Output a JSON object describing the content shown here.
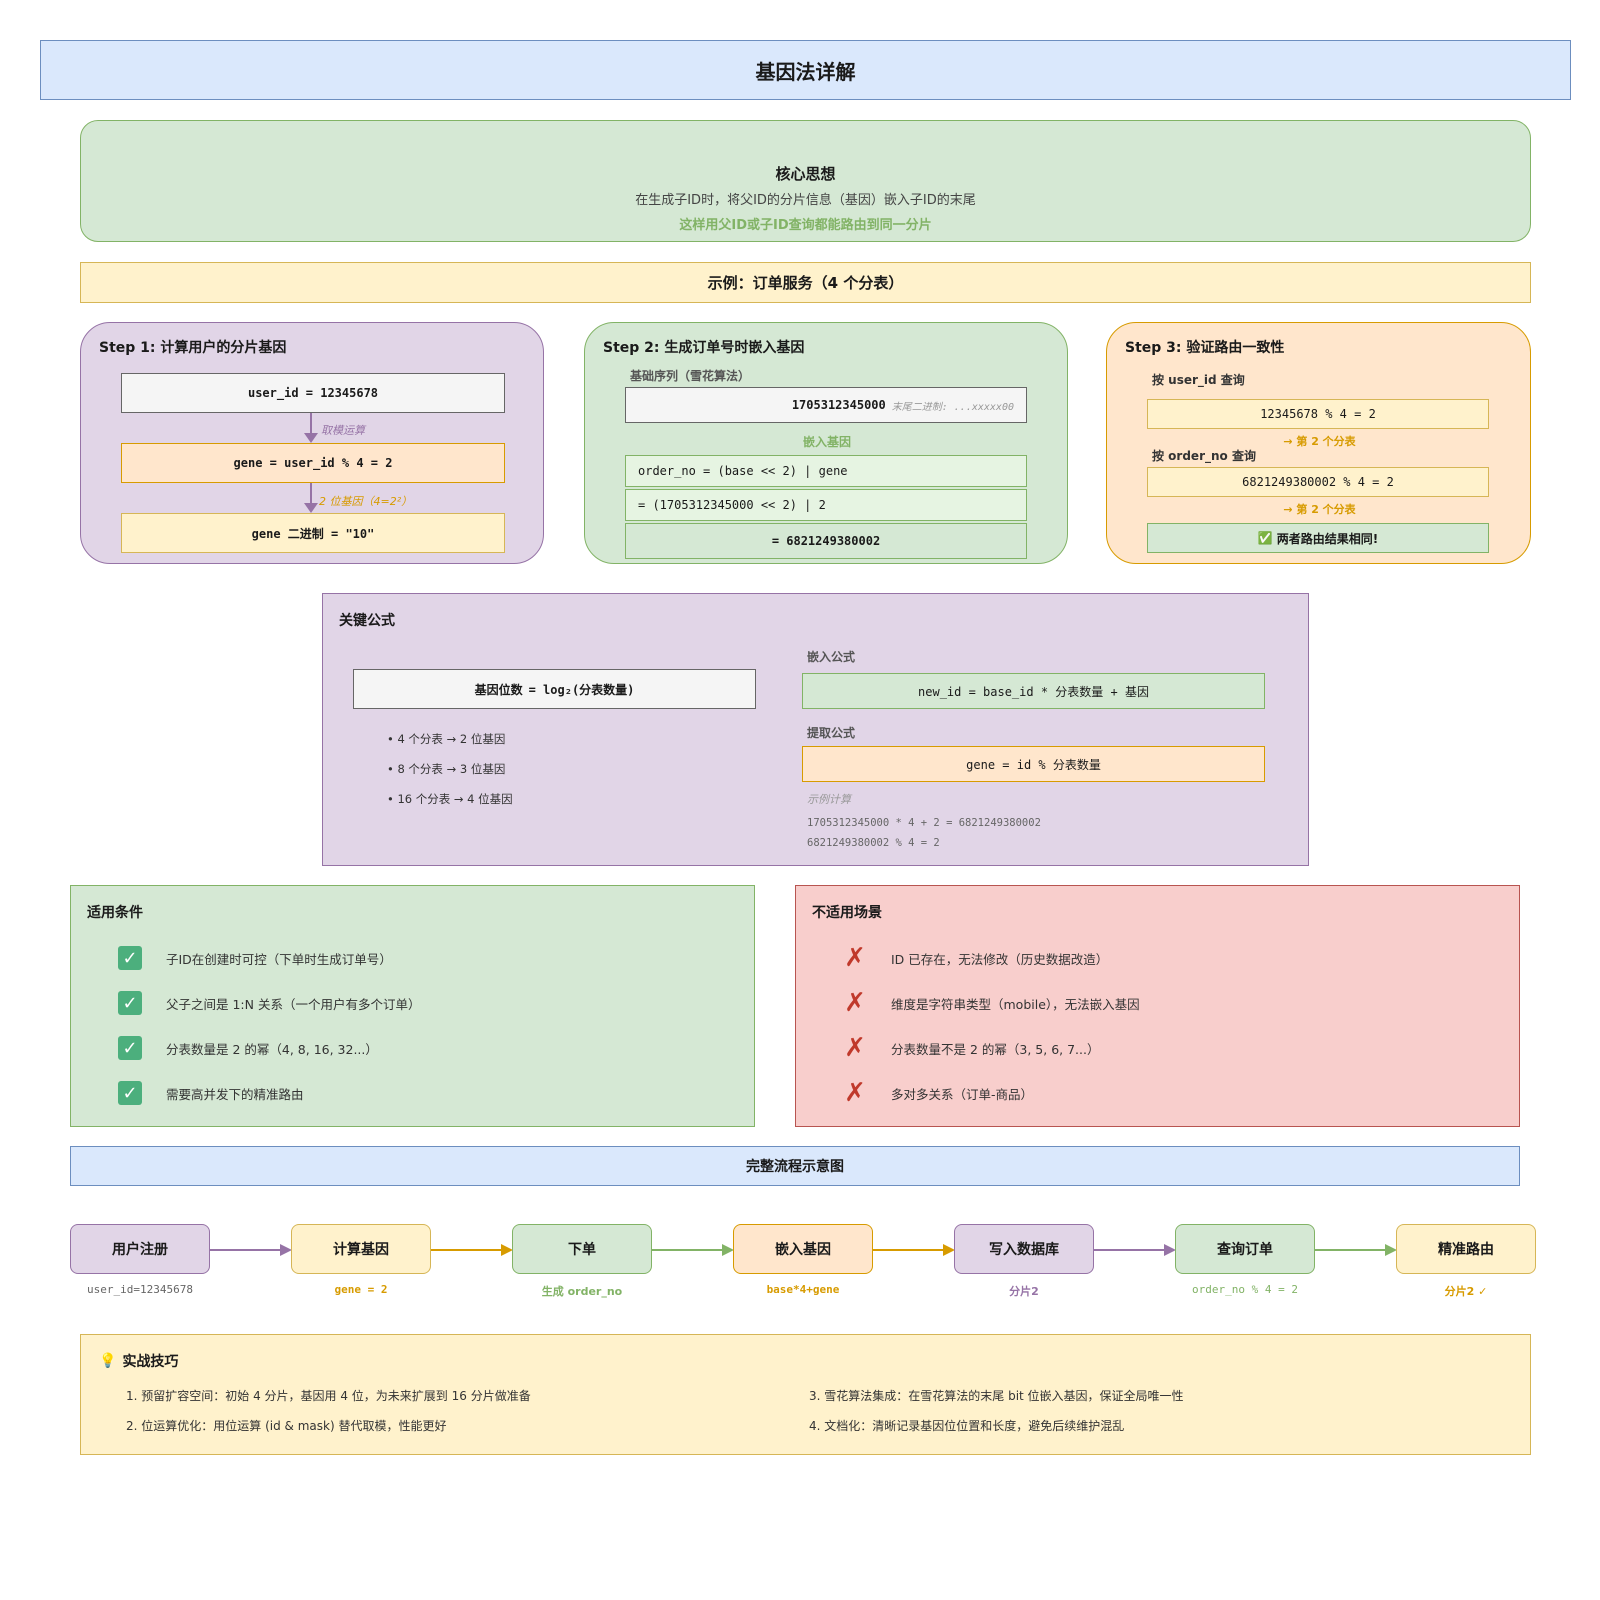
{
  "title": "基因法详解",
  "core_idea": {
    "title": "核心思想",
    "subtitle": "在生成子ID时，将父ID的分片信息（基因）嵌入子ID的末尾",
    "highlight": "这样用父ID或子ID查询都能路由到同一分片"
  },
  "example_header": "示例：订单服务（4 个分表）",
  "step1": {
    "title": "Step 1: 计算用户的分片基因",
    "box1": "user_id = 12345678",
    "arrow1": "取模运算",
    "box2": "gene = user_id % 4 = 2",
    "arrow2": "2 位基因（4=2²）",
    "box3": "gene 二进制 = \"10\""
  },
  "step2": {
    "title": "Step 2: 生成订单号时嵌入基因",
    "base_label": "基础序列（雪花算法）",
    "base_value": "1705312345000",
    "base_note": "末尾二进制: ...xxxxx00",
    "embed_label": "嵌入基因",
    "line1": "order_no = (base << 2) | gene",
    "line2": "= (1705312345000 << 2) | 2",
    "line3": "= 6821249380002"
  },
  "step3": {
    "title": "Step 3: 验证路由一致性",
    "q1_label": "按 user_id 查询",
    "q1_expr": "12345678 % 4 = 2",
    "q1_result": "→ 第 2 个分表",
    "q2_label": "按 order_no 查询",
    "q2_expr": "6821249380002 % 4 = 2",
    "q2_result": "→ 第 2 个分表",
    "conclusion_icon": "✅",
    "conclusion": "两者路由结果相同!"
  },
  "formulas": {
    "title": "关键公式",
    "gene_bits_label": "基因位数",
    "gene_bits_expr": "= log₂(分表数量)",
    "bullets": [
      "• 4 个分表 → 2 位基因",
      "• 8 个分表 → 3 位基因",
      "• 16 个分表 → 4 位基因"
    ],
    "embed_label": "嵌入公式",
    "embed_expr": "new_id = base_id * 分表数量 + 基因",
    "extract_label": "提取公式",
    "extract_expr": "gene = id % 分表数量",
    "calc_label": "示例计算",
    "calc_line1": "1705312345000 * 4 + 2 = 6821249380002",
    "calc_line2": "6821249380002 % 4 = 2"
  },
  "applicable": {
    "title": "适用条件",
    "items": [
      "子ID在创建时可控（下单时生成订单号）",
      "父子之间是 1:N 关系（一个用户有多个订单）",
      "分表数量是 2 的幂（4, 8, 16, 32...）",
      "需要高并发下的精准路由"
    ]
  },
  "not_applicable": {
    "title": "不适用场景",
    "items": [
      "ID 已存在，无法修改（历史数据改造）",
      "维度是字符串类型（mobile），无法嵌入基因",
      "分表数量不是 2 的幂（3, 5, 6, 7...）",
      "多对多关系（订单-商品）"
    ]
  },
  "flow": {
    "title": "完整流程示意图",
    "nodes": [
      {
        "label": "用户注册",
        "sub": "user_id=12345678"
      },
      {
        "label": "计算基因",
        "sub": "gene = 2"
      },
      {
        "label": "下单",
        "sub": "生成 order_no"
      },
      {
        "label": "嵌入基因",
        "sub": "base*4+gene"
      },
      {
        "label": "写入数据库",
        "sub": "分片2"
      },
      {
        "label": "查询订单",
        "sub": "order_no % 4 = 2"
      },
      {
        "label": "精准路由",
        "sub": "分片2 ✓"
      }
    ]
  },
  "tips": {
    "icon": "💡",
    "title": "实战技巧",
    "items": [
      "1. 预留扩容空间：初始 4 分片，基因用 4 位，为未来扩展到 16 分片做准备",
      "2. 位运算优化：用位运算 (id & mask) 替代取模，性能更好",
      "3. 雪花算法集成：在雪花算法的末尾 bit 位嵌入基因，保证全局唯一性",
      "4. 文档化：清晰记录基因位位置和长度，避免后续维护混乱"
    ]
  },
  "colors": {
    "blue_fill": "#dae8fc",
    "green_fill": "#d5e8d4",
    "yellow_fill": "#fff2cc",
    "purple_fill": "#e1d5e7",
    "orange_fill": "#ffe6cc",
    "red_fill": "#f8cecc",
    "purple_accent": "#9673a6",
    "green_accent": "#82b366",
    "yellow_accent": "#d6b656",
    "orange_accent": "#d79b00"
  }
}
